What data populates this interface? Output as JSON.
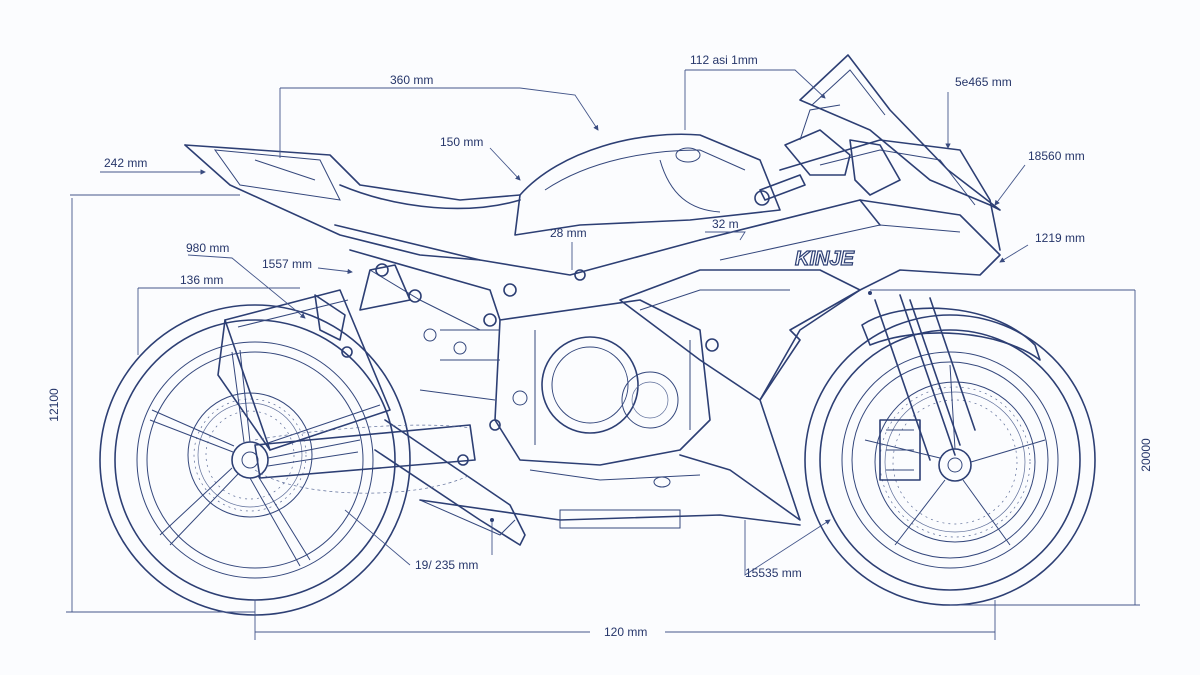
{
  "diagram": {
    "logo_text": "KINJE",
    "labels": {
      "top_length": "360 mm",
      "top_center": "112 asi 1mm",
      "top_right": "5e465 mm",
      "tank_top": "150 mm",
      "right_upper": "18560 mm",
      "tail": "242 mm",
      "seat_mid": "28 mm",
      "frame_mid": "32 m",
      "right_fairing": "1219 mm",
      "left_a": "980 mm",
      "left_b": "1557 mm",
      "left_c": "136 mm",
      "left_height": "12100",
      "right_height": "20000",
      "bottom_left": "19/ 235 mm",
      "bottom_right": "15535 mm",
      "bottom_length": "120 mm"
    }
  }
}
